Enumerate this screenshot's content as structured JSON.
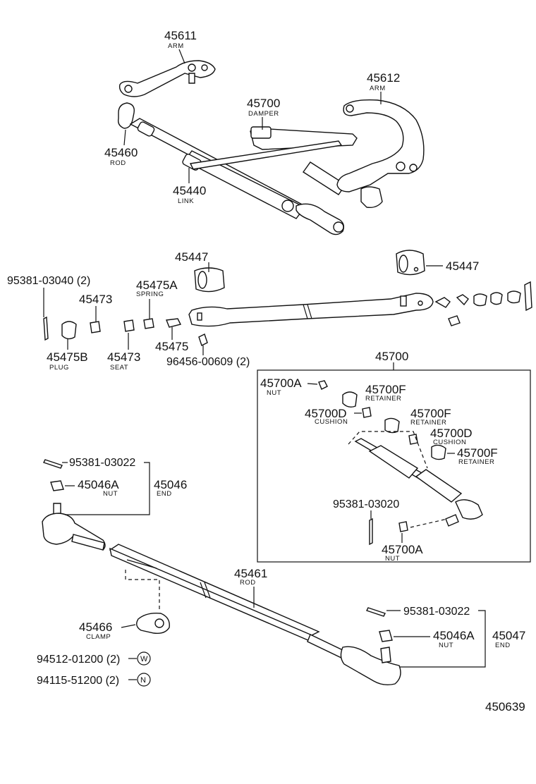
{
  "diagram_id": "450639",
  "labels": {
    "arm_45611": {
      "num": "45611",
      "sub": "ARM"
    },
    "arm_45612": {
      "num": "45612",
      "sub": "ARM"
    },
    "damper_45700_top": {
      "num": "45700",
      "sub": "DAMPER"
    },
    "rod_45460": {
      "num": "45460",
      "sub": "ROD"
    },
    "link_45440": {
      "num": "45440",
      "sub": "LINK"
    },
    "bush_45447_left": {
      "num": "45447",
      "sub": ""
    },
    "bush_45447_right": {
      "num": "45447",
      "sub": ""
    },
    "pin_95381_03040": {
      "num": "95381-03040 (2)",
      "sub": ""
    },
    "seat_45473_upper": {
      "num": "45473",
      "sub": ""
    },
    "spring_45475A": {
      "num": "45475A",
      "sub": "SPRING"
    },
    "plug_45475B": {
      "num": "45475B",
      "sub": "PLUG"
    },
    "seat_45473_lower": {
      "num": "45473",
      "sub": "SEAT"
    },
    "part_45475": {
      "num": "45475",
      "sub": ""
    },
    "fitting_96456": {
      "num": "96456-00609 (2)",
      "sub": ""
    },
    "damper_assy_45700": {
      "num": "45700",
      "sub": ""
    },
    "nut_45700A_top": {
      "num": "45700A",
      "sub": "NUT"
    },
    "retainer_45700F_a": {
      "num": "45700F",
      "sub": "RETAINER"
    },
    "cushion_45700D_a": {
      "num": "45700D",
      "sub": "CUSHION"
    },
    "retainer_45700F_b": {
      "num": "45700F",
      "sub": "RETAINER"
    },
    "cushion_45700D_b": {
      "num": "45700D",
      "sub": "CUSHION"
    },
    "retainer_45700F_c": {
      "num": "45700F",
      "sub": "RETAINER"
    },
    "pin_95381_03020": {
      "num": "95381-03020",
      "sub": ""
    },
    "nut_45700A_bottom": {
      "num": "45700A",
      "sub": "NUT"
    },
    "pin_95381_03022_left": {
      "num": "95381-03022",
      "sub": ""
    },
    "nut_45046A": {
      "num": "45046A",
      "sub": "NUT"
    },
    "end_45046": {
      "num": "45046",
      "sub": "END"
    },
    "rod_45461": {
      "num": "45461",
      "sub": "ROD"
    },
    "clamp_45466": {
      "num": "45466",
      "sub": "CLAMP"
    },
    "bolt_94512": {
      "num": "94512-01200 (2)",
      "sub": ""
    },
    "nut_94115": {
      "num": "94115-51200 (2)",
      "sub": ""
    },
    "pin_95381_03022_right": {
      "num": "95381-03022",
      "sub": ""
    },
    "nut_45046A_right": {
      "num": "45046A",
      "sub": "NUT"
    },
    "end_45047": {
      "num": "45047",
      "sub": "END"
    }
  },
  "symbols": {
    "w": "W",
    "n": "N"
  }
}
